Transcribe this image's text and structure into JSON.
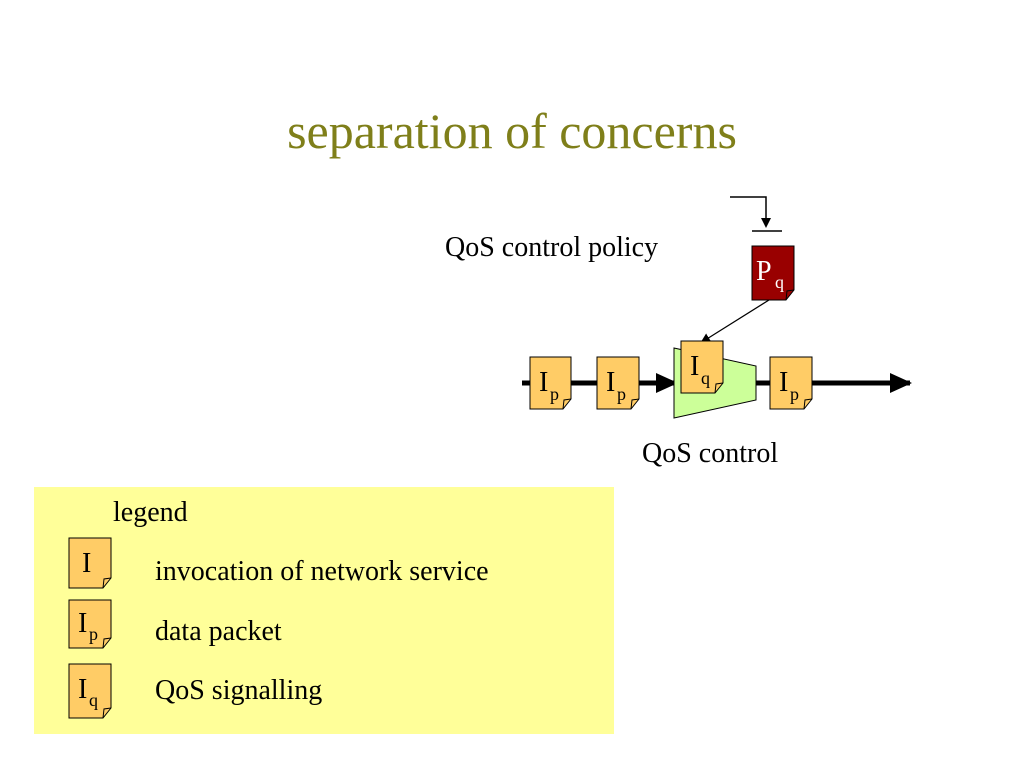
{
  "slide": {
    "title": "separation of concerns"
  },
  "diagram": {
    "policy_label": "QoS control policy",
    "control_label": "QoS control",
    "policy_token": {
      "main": "P",
      "sub": "q"
    },
    "packet_token": {
      "main": "I",
      "sub": "p"
    },
    "signal_token": {
      "main": "I",
      "sub": "q"
    }
  },
  "legend": {
    "heading": "legend",
    "items": [
      {
        "main": "I",
        "sub": "",
        "label": "invocation of network service"
      },
      {
        "main": "I",
        "sub": "p",
        "label": "data packet"
      },
      {
        "main": "I",
        "sub": "q",
        "label": "QoS signalling"
      }
    ]
  },
  "colors": {
    "title": "#7f7f1a",
    "token_fill": "#ffcc66",
    "policy_fill": "#990000",
    "control_fill": "#ccff99",
    "legend_bg": "#ffff99"
  }
}
